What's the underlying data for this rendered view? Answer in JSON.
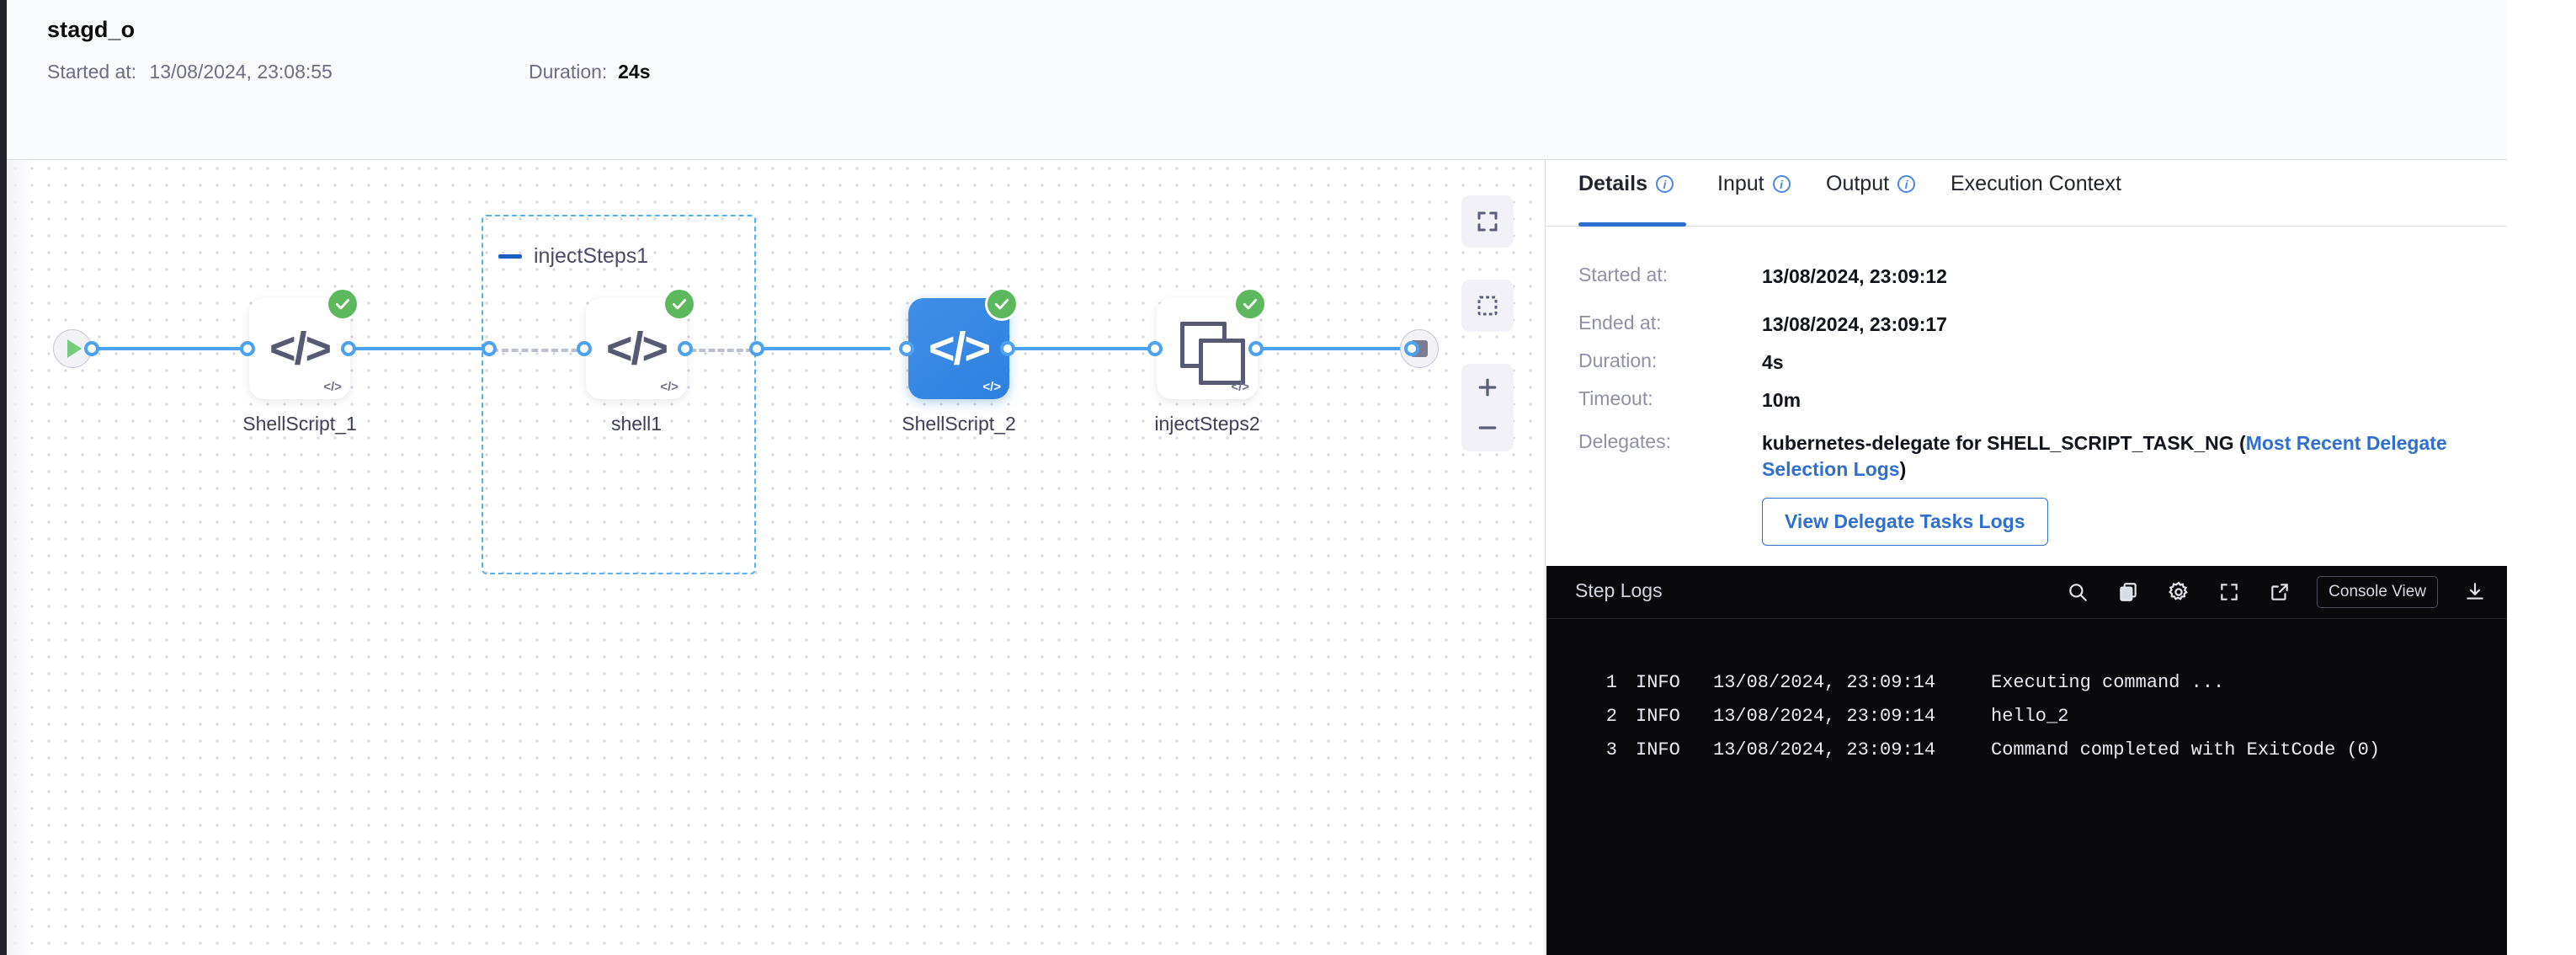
{
  "header": {
    "title": "stagd_o",
    "started_label": "Started at:",
    "started_value": "13/08/2024, 23:08:55",
    "duration_label": "Duration:",
    "duration_value": "24s"
  },
  "graph": {
    "nodes": [
      {
        "id": "start",
        "type": "start",
        "label": ""
      },
      {
        "id": "shellscript_1",
        "type": "shell",
        "label": "ShellScript_1",
        "status": "success",
        "selected": false
      },
      {
        "id": "shell1",
        "type": "shell",
        "label": "shell1",
        "status": "success",
        "selected": false
      },
      {
        "id": "shellscript_2",
        "type": "shell",
        "label": "ShellScript_2",
        "status": "success",
        "selected": true
      },
      {
        "id": "injectsteps2",
        "type": "group-step",
        "label": "injectSteps2",
        "status": "success",
        "selected": false
      },
      {
        "id": "end",
        "type": "end",
        "label": ""
      }
    ],
    "group": {
      "name": "injectSteps1"
    },
    "controls": [
      {
        "name": "fit-to-screen",
        "label": "Fit to screen"
      },
      {
        "name": "marquee-select",
        "label": "Selection"
      },
      {
        "name": "zoom-in",
        "label": "+"
      },
      {
        "name": "zoom-out",
        "label": "−"
      }
    ],
    "colors": {
      "edge": "#4da2f0",
      "selected_node": "#2f7fe0",
      "success": "#5cb85c",
      "group_border": "#56b2ef"
    }
  },
  "panel": {
    "tabs": [
      {
        "label": "Details",
        "has_info": true,
        "active": true
      },
      {
        "label": "Input",
        "has_info": true,
        "active": false
      },
      {
        "label": "Output",
        "has_info": true,
        "active": false
      },
      {
        "label": "Execution Context",
        "has_info": false,
        "active": false
      }
    ],
    "details": {
      "rows": [
        {
          "label": "Started at:",
          "value": "13/08/2024, 23:09:12"
        },
        {
          "label": "Ended at:",
          "value": "13/08/2024, 23:09:17"
        },
        {
          "label": "Duration:",
          "value": "4s"
        },
        {
          "label": "Timeout:",
          "value": "10m"
        }
      ],
      "delegates_label": "Delegates:",
      "delegates_text": "kubernetes-delegate for SHELL_SCRIPT_TASK_NG (",
      "delegates_link": "Most Recent Delegate Selection Logs",
      "delegates_suffix": ")",
      "view_logs_button": "View Delegate Tasks Logs"
    }
  },
  "logs": {
    "title": "Step Logs",
    "console_view_label": "Console View",
    "icons": [
      "search-icon",
      "copy-icon",
      "gear-icon",
      "fullscreen-icon",
      "external-link-icon",
      "download-icon"
    ],
    "lines": [
      {
        "num": "1",
        "level": "INFO",
        "time": "13/08/2024, 23:09:14",
        "message": "Executing command ..."
      },
      {
        "num": "2",
        "level": "INFO",
        "time": "13/08/2024, 23:09:14",
        "message": "hello_2"
      },
      {
        "num": "3",
        "level": "INFO",
        "time": "13/08/2024, 23:09:14",
        "message": "Command completed with ExitCode (0)"
      }
    ]
  }
}
